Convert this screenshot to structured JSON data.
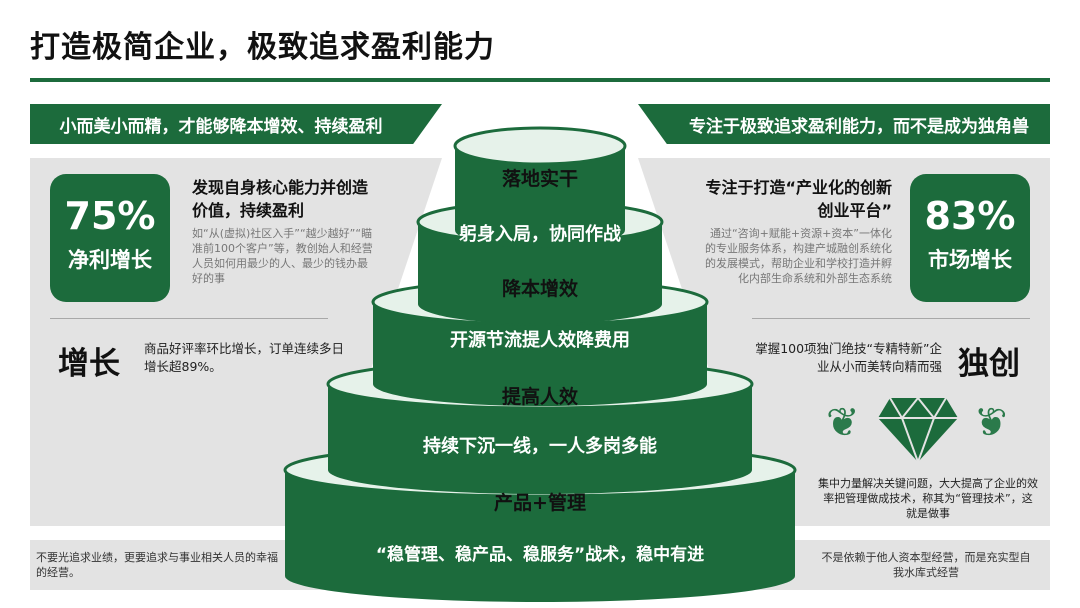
{
  "title": "打造极简企业，极致追求盈利能力",
  "left": {
    "banner": "小而美小而精，才能够降本增效、持续盈利",
    "stat_value": "75%",
    "stat_label": "净利增长",
    "heading": "发现自身核心能力并创造价值，持续盈利",
    "desc": "如“从(虚拟)社区入手”“越少越好”“瞄准前100个客户”等，教创始人和经营人员如何用最少的人、最少的钱办最好的事",
    "big_word": "增长",
    "growth_text": "商品好评率环比增长，订单连续多日增长超89%。",
    "footer": "不要光追求业绩，更要追求与事业相关人员的幸福的经营。"
  },
  "right": {
    "banner": "专注于极致追求盈利能力，而不是成为独角兽",
    "stat_value": "83%",
    "stat_label": "市场增长",
    "heading": "专注于打造“产业化的创新创业平台”",
    "desc": "通过“咨询+赋能+资源+资本”一体化的专业服务体系，构建产城融创系统化的发展模式，帮助企业和学校打造并孵化内部生命系统和外部生态系统",
    "unique_text": "掌握100项独门绝技“专精特新”企业从小而美转向精而强",
    "big_word": "独创",
    "diamond_text": "集中力量解决关键问题，大大提高了企业的效率把管理做成技术，称其为“管理技术”，这就是做事",
    "footer": "不是依赖于他人资本型经营，而是充实型自我水库式经营"
  },
  "pyramid": {
    "tiers": [
      {
        "top": "落地实干",
        "side": "躬身入局，协同作战"
      },
      {
        "top": "降本增效",
        "side": "开源节流提人效降费用"
      },
      {
        "top": "提高人效",
        "side": "持续下沉一线，一人多岗多能"
      },
      {
        "top": "产品+管理",
        "side": "“稳管理、稳产品、稳服务”战术，稳中有进"
      }
    ]
  },
  "colors": {
    "accent": "#1c6b3c",
    "panel": "#e3e3e3",
    "top_face": "#e6f2ea"
  },
  "icons": [
    "diamond-icon",
    "laurel-left-icon",
    "laurel-right-icon"
  ]
}
